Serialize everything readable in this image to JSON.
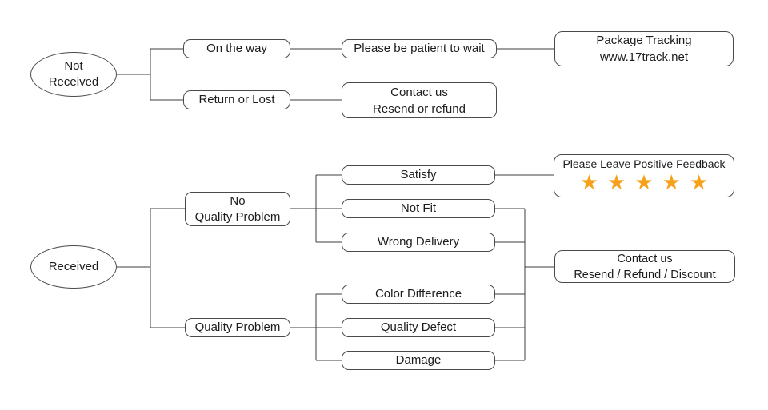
{
  "colors": {
    "line": "#3d3d3d",
    "box_border": "#4a4a4a",
    "star": "#F7A11B",
    "text": "#1c1c1c",
    "background": "#ffffff"
  },
  "not_received_flow": {
    "start_label": "Not\nReceived",
    "on_the_way_label": "On the way",
    "please_wait_label": "Please be patient to wait",
    "package_tracking_label": "Package Tracking\nwww.17track.net",
    "return_or_lost_label": "Return or Lost",
    "contact_us_label": "Contact us\nResend or refund"
  },
  "received_flow": {
    "start_label": "Received",
    "no_quality_problem_label": "No\nQuality Problem",
    "quality_problem_label": "Quality Problem",
    "satisfy_label": "Satisfy",
    "not_fit_label": "Not Fit",
    "wrong_delivery_label": "Wrong Delivery",
    "color_difference_label": "Color Difference",
    "quality_defect_label": "Quality Defect",
    "damage_label": "Damage",
    "feedback": {
      "title": "Please Leave Positive Feedback",
      "star_count": 5,
      "star_glyph": "★"
    },
    "contact_us_label": "Contact us\nResend / Refund / Discount"
  }
}
